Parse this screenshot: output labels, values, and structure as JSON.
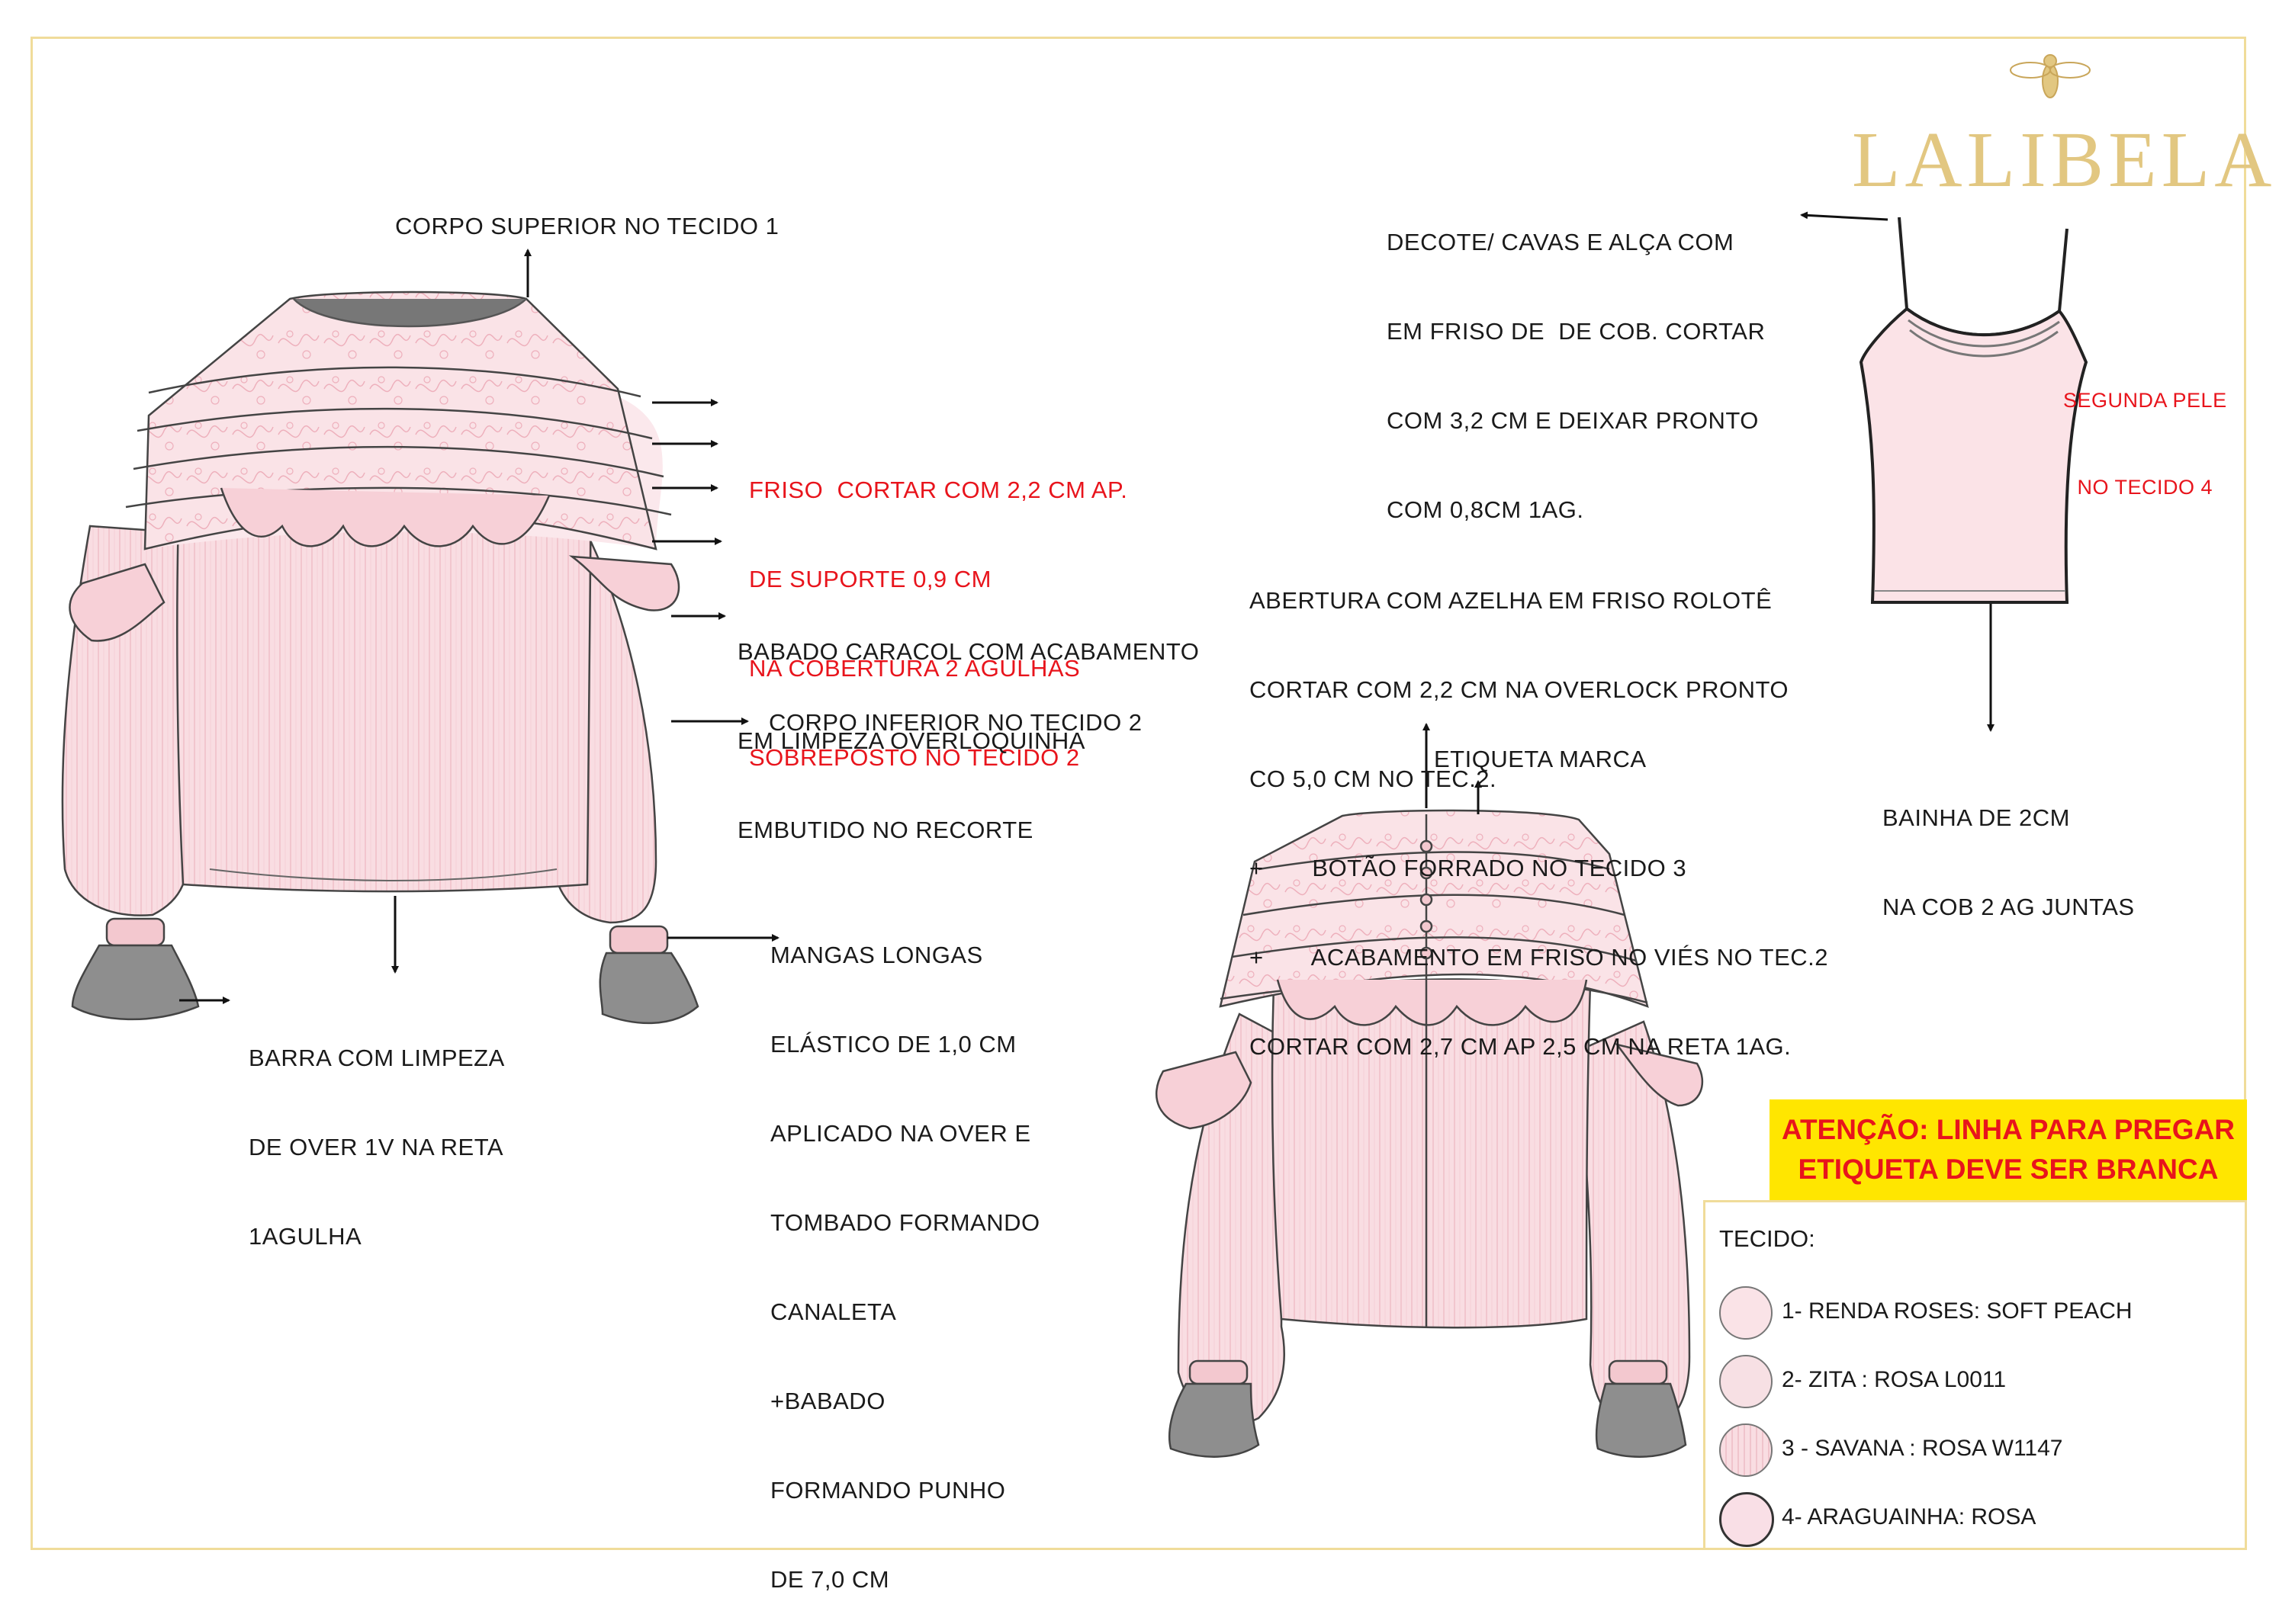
{
  "brand": {
    "name": "LALIBELA",
    "logo_icon": "bee-icon",
    "color": "#e2c781"
  },
  "colors": {
    "fabric_pink": "#f9dfe3",
    "annotation_red": "#e8141c",
    "alert_yellow": "#ffe600",
    "frame_gold": "#f0dc9a"
  },
  "front_view": {
    "notes": {
      "upper_body": "CORPO SUPERIOR NO TECIDO 1",
      "friso": [
        "FRISO  CORTAR COM 2,2 CM AP.",
        "DE SUPORTE 0,9 CM",
        "NA COBERTURA 2 AGULHAS",
        "SOBREPOSTO NO TECIDO 2"
      ],
      "babado": [
        "BABADO CARACOL COM ACABAMENTO",
        "EM LIMPEZA OVERLOQUINHA",
        "EMBUTIDO NO RECORTE"
      ],
      "lower_body": "CORPO INFERIOR NO TECIDO 2",
      "mangas": [
        "MANGAS LONGAS",
        "ELÁSTICO DE 1,0 CM",
        "APLICADO NA OVER E",
        "TOMBADO FORMANDO",
        "CANALETA",
        "+BABADO",
        "FORMANDO PUNHO",
        "DE 7,0 CM"
      ],
      "barra": [
        "BARRA COM LIMPEZA",
        "DE OVER 1V NA RETA",
        "1AGULHA"
      ]
    }
  },
  "back_view": {
    "notes": {
      "abertura": [
        "ABERTURA COM AZELHA EM FRISO ROLOTÊ",
        "CORTAR COM 2,2 CM NA OVERLOCK PRONTO",
        "CO 5,0 CM NO TEC.2.",
        "+       BOTÃO FORRADO NO TECIDO 3",
        "+       ACABAMENTO EM FRISO NO VIÉS NO TEC.2",
        "CORTAR COM 2,7 CM AP 2,5 CM NA RETA 1AG."
      ],
      "etiqueta": "ETIQUETA MARCA"
    }
  },
  "camisole": {
    "notes": {
      "decote": [
        "DECOTE/ CAVAS E ALÇA COM",
        "EM FRISO DE  DE COB. CORTAR",
        "COM 3,2 CM E DEIXAR PRONTO",
        "COM 0,8CM 1AG."
      ],
      "segunda_pele": [
        "SEGUNDA PELE",
        "NO TECIDO 4"
      ],
      "bainha": [
        "BAINHA DE 2CM",
        "NA COB 2 AG JUNTAS"
      ]
    }
  },
  "alert": {
    "lines": [
      "ATENÇÃO: LINHA PARA PREGAR",
      "ETIQUETA DEVE SER BRANCA"
    ]
  },
  "legend": {
    "title": "TECIDO:",
    "items": [
      {
        "label": "1- RENDA ROSES: SOFT PEACH",
        "swatch": "lace-swatch"
      },
      {
        "label": "2- ZITA : ROSA L0011",
        "swatch": "crepe-swatch"
      },
      {
        "label": "3 - SAVANA : ROSA W1147",
        "swatch": "striped-swatch"
      },
      {
        "label": "4- ARAGUAINHA: ROSA",
        "swatch": "knit-swatch"
      }
    ]
  }
}
